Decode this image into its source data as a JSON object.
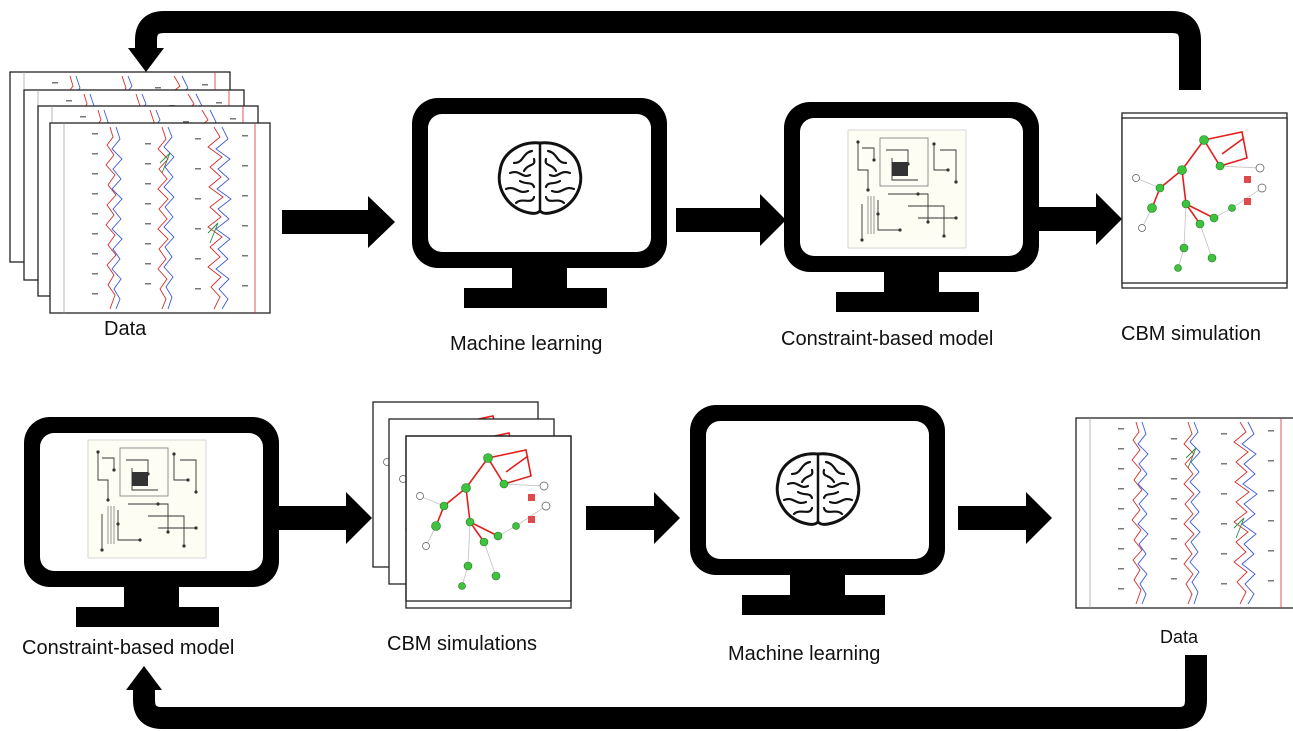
{
  "labels": {
    "top_data": "Data",
    "top_ml": "Machine learning",
    "top_model": "Constraint-based model",
    "top_sim": "CBM simulation",
    "bottom_model": "Constraint-based model",
    "bottom_sims": "CBM simulations",
    "bottom_ml": "Machine learning",
    "bottom_data": "Data"
  },
  "colors": {
    "arrow": "#000000",
    "monitor": "#000000",
    "node_green": "#3fc23f",
    "edge_red": "#e02020",
    "trace_red": "#d32f2f",
    "trace_blue": "#3b5bd6",
    "trace_green": "#2e8b3e",
    "trace_black": "#222222"
  },
  "icons": {
    "brain": "brain-icon",
    "monitor": "monitor-icon",
    "arrow": "right-arrow-icon",
    "loop_arrow": "feedback-arrow-icon",
    "network": "metabolic-network-icon",
    "spectra": "chromatogram-data-icon"
  }
}
